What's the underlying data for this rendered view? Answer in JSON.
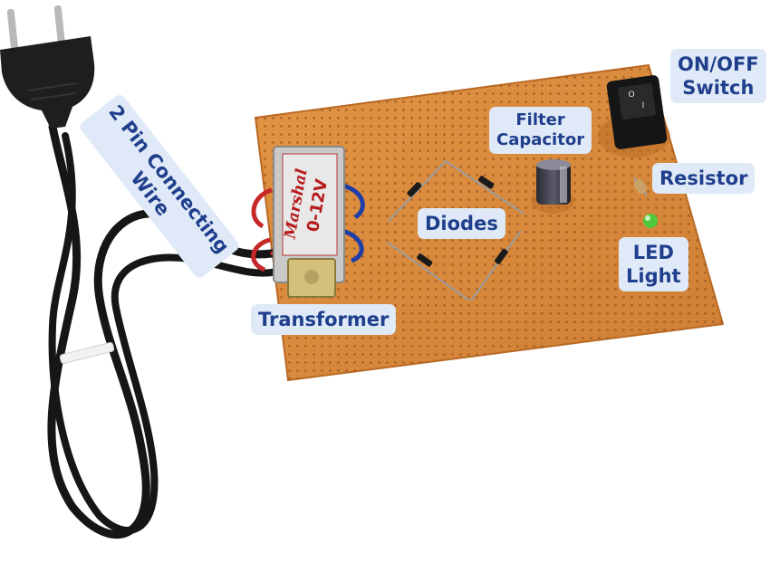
{
  "labels": {
    "wire": {
      "line1": "2 Pin Connecting",
      "line2": "Wire"
    },
    "transformer": "Transformer",
    "diodes": "Diodes",
    "capacitor": {
      "line1": "Filter",
      "line2": "Capacitor"
    },
    "switch": {
      "line1": "ON/OFF",
      "line2": "Switch"
    },
    "resistor": "Resistor",
    "led": {
      "line1": "LED",
      "line2": "Light"
    }
  },
  "transformer_marking": {
    "brand": "Marshal",
    "rating": "0-12V"
  },
  "switch_marking": {
    "off": "O",
    "on": "I"
  },
  "colors": {
    "pcb": "#d98a3a",
    "label_bg": "#dfe9f7",
    "label_text": "#1f3f8c",
    "cable": "#1a1a1a",
    "led": "#4ec93b"
  }
}
